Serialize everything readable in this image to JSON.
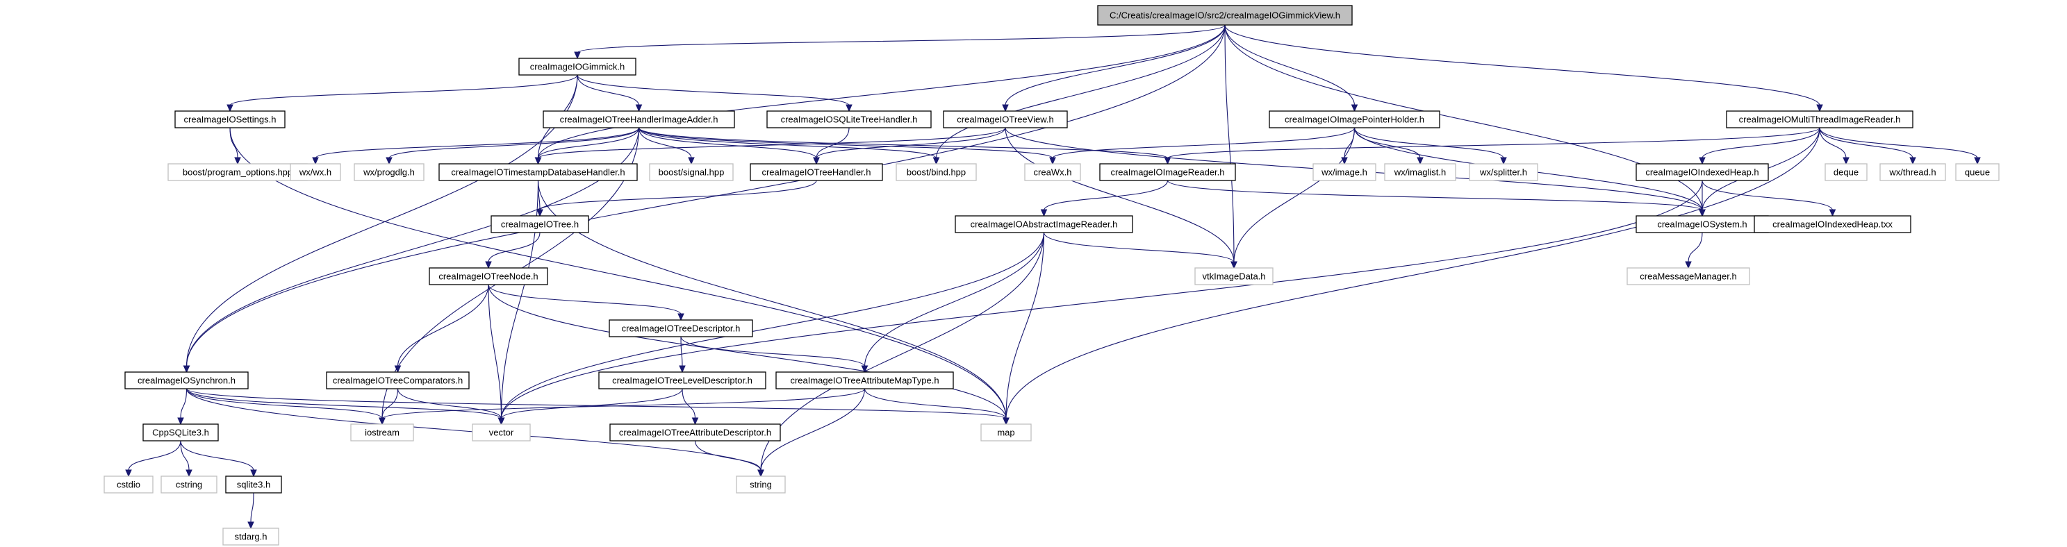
{
  "nodes": [
    {
      "id": "root",
      "label": "C:/Creatis/creaImageIO/src2/creaImageIOGimmickView.h",
      "kind": "root"
    },
    {
      "id": "gimmick",
      "label": "creaImageIOGimmick.h",
      "kind": "doc"
    },
    {
      "id": "settings",
      "label": "creaImageIOSettings.h",
      "kind": "doc"
    },
    {
      "id": "thia",
      "label": "creaImageIOTreeHandlerImageAdder.h",
      "kind": "doc"
    },
    {
      "id": "sqlite_th",
      "label": "creaImageIOSQLiteTreeHandler.h",
      "kind": "doc"
    },
    {
      "id": "treeview",
      "label": "creaImageIOTreeView.h",
      "kind": "doc"
    },
    {
      "id": "iph",
      "label": "creaImageIOImagePointerHolder.h",
      "kind": "doc"
    },
    {
      "id": "mtir",
      "label": "creaImageIOMultiThreadImageReader.h",
      "kind": "doc"
    },
    {
      "id": "bpo",
      "label": "boost/program_options.hpp",
      "kind": "ext"
    },
    {
      "id": "wxwx",
      "label": "wx/wx.h",
      "kind": "ext"
    },
    {
      "id": "wxprog",
      "label": "wx/progdlg.h",
      "kind": "ext"
    },
    {
      "id": "tsdb",
      "label": "creaImageIOTimestampDatabaseHandler.h",
      "kind": "doc"
    },
    {
      "id": "bsig",
      "label": "boost/signal.hpp",
      "kind": "ext"
    },
    {
      "id": "treehandler",
      "label": "creaImageIOTreeHandler.h",
      "kind": "doc"
    },
    {
      "id": "bbind",
      "label": "boost/bind.hpp",
      "kind": "ext"
    },
    {
      "id": "creawx",
      "label": "creaWx.h",
      "kind": "ext"
    },
    {
      "id": "imgreader",
      "label": "creaImageIOImageReader.h",
      "kind": "doc"
    },
    {
      "id": "wximage",
      "label": "wx/image.h",
      "kind": "ext"
    },
    {
      "id": "wximglist",
      "label": "wx/imaglist.h",
      "kind": "ext"
    },
    {
      "id": "wxsplit",
      "label": "wx/splitter.h",
      "kind": "ext"
    },
    {
      "id": "idxheap",
      "label": "creaImageIOIndexedHeap.h",
      "kind": "doc"
    },
    {
      "id": "deque",
      "label": "deque",
      "kind": "ext"
    },
    {
      "id": "wxthread",
      "label": "wx/thread.h",
      "kind": "ext"
    },
    {
      "id": "queue",
      "label": "queue",
      "kind": "ext"
    },
    {
      "id": "tree",
      "label": "creaImageIOTree.h",
      "kind": "doc"
    },
    {
      "id": "absreader",
      "label": "creaImageIOAbstractImageReader.h",
      "kind": "doc"
    },
    {
      "id": "system",
      "label": "creaImageIOSystem.h",
      "kind": "doc"
    },
    {
      "id": "idxheaptxx",
      "label": "creaImageIOIndexedHeap.txx",
      "kind": "doc"
    },
    {
      "id": "treenode",
      "label": "creaImageIOTreeNode.h",
      "kind": "doc"
    },
    {
      "id": "vtkimg",
      "label": "vtkImageData.h",
      "kind": "ext"
    },
    {
      "id": "msgmgr",
      "label": "creaMessageManager.h",
      "kind": "ext"
    },
    {
      "id": "treedesc",
      "label": "creaImageIOTreeDescriptor.h",
      "kind": "doc"
    },
    {
      "id": "synchron",
      "label": "creaImageIOSynchron.h",
      "kind": "doc"
    },
    {
      "id": "treecomp",
      "label": "creaImageIOTreeComparators.h",
      "kind": "doc"
    },
    {
      "id": "leveldesc",
      "label": "creaImageIOTreeLevelDescriptor.h",
      "kind": "doc"
    },
    {
      "id": "attrmap",
      "label": "creaImageIOTreeAttributeMapType.h",
      "kind": "doc"
    },
    {
      "id": "cppsqlite",
      "label": "CppSQLite3.h",
      "kind": "doc"
    },
    {
      "id": "iostream",
      "label": "iostream",
      "kind": "ext"
    },
    {
      "id": "vector",
      "label": "vector",
      "kind": "ext"
    },
    {
      "id": "map",
      "label": "map",
      "kind": "ext"
    },
    {
      "id": "attrdesc",
      "label": "creaImageIOTreeAttributeDescriptor.h",
      "kind": "doc"
    },
    {
      "id": "cstdio",
      "label": "cstdio",
      "kind": "ext"
    },
    {
      "id": "cstring",
      "label": "cstring",
      "kind": "ext"
    },
    {
      "id": "sqlite3",
      "label": "sqlite3.h",
      "kind": "doc"
    },
    {
      "id": "string",
      "label": "string",
      "kind": "ext"
    },
    {
      "id": "stdarg",
      "label": "stdarg.h",
      "kind": "ext"
    }
  ],
  "edges": [
    [
      "root",
      "gimmick"
    ],
    [
      "root",
      "treeview"
    ],
    [
      "root",
      "iph"
    ],
    [
      "root",
      "mtir"
    ],
    [
      "root",
      "synchron"
    ],
    [
      "root",
      "tsdb"
    ],
    [
      "root",
      "bbind"
    ],
    [
      "root",
      "system"
    ],
    [
      "root",
      "vtkimg"
    ],
    [
      "gimmick",
      "settings"
    ],
    [
      "gimmick",
      "thia"
    ],
    [
      "gimmick",
      "sqlite_th"
    ],
    [
      "gimmick",
      "synchron"
    ],
    [
      "gimmick",
      "tsdb"
    ],
    [
      "settings",
      "bpo"
    ],
    [
      "settings",
      "map"
    ],
    [
      "thia",
      "wxwx"
    ],
    [
      "thia",
      "wxprog"
    ],
    [
      "thia",
      "tsdb"
    ],
    [
      "thia",
      "bsig"
    ],
    [
      "thia",
      "treehandler"
    ],
    [
      "thia",
      "bbind"
    ],
    [
      "thia",
      "creawx"
    ],
    [
      "thia",
      "imgreader"
    ],
    [
      "thia",
      "synchron"
    ],
    [
      "thia",
      "iostream"
    ],
    [
      "sqlite_th",
      "treehandler"
    ],
    [
      "treeview",
      "treehandler"
    ],
    [
      "treeview",
      "tsdb"
    ],
    [
      "treeview",
      "system"
    ],
    [
      "treeview",
      "vtkimg"
    ],
    [
      "iph",
      "creawx"
    ],
    [
      "iph",
      "wximage"
    ],
    [
      "iph",
      "wximglist"
    ],
    [
      "iph",
      "wxsplit"
    ],
    [
      "iph",
      "system"
    ],
    [
      "iph",
      "vtkimg"
    ],
    [
      "mtir",
      "imgreader"
    ],
    [
      "mtir",
      "idxheap"
    ],
    [
      "mtir",
      "system"
    ],
    [
      "mtir",
      "deque"
    ],
    [
      "mtir",
      "wxthread"
    ],
    [
      "mtir",
      "queue"
    ],
    [
      "mtir",
      "map"
    ],
    [
      "tsdb",
      "tree"
    ],
    [
      "tsdb",
      "vector"
    ],
    [
      "tsdb",
      "map"
    ],
    [
      "treehandler",
      "tree"
    ],
    [
      "imgreader",
      "absreader"
    ],
    [
      "imgreader",
      "system"
    ],
    [
      "idxheap",
      "vector"
    ],
    [
      "idxheap",
      "system"
    ],
    [
      "idxheap",
      "idxheaptxx"
    ],
    [
      "tree",
      "treenode"
    ],
    [
      "absreader",
      "vtkimg"
    ],
    [
      "absreader",
      "vector"
    ],
    [
      "absreader",
      "map"
    ],
    [
      "absreader",
      "attrmap"
    ],
    [
      "absreader",
      "string"
    ],
    [
      "system",
      "msgmgr"
    ],
    [
      "treenode",
      "treedesc"
    ],
    [
      "treenode",
      "treecomp"
    ],
    [
      "treenode",
      "vector"
    ],
    [
      "treenode",
      "map"
    ],
    [
      "treedesc",
      "leveldesc"
    ],
    [
      "treedesc",
      "attrmap"
    ],
    [
      "synchron",
      "cppsqlite"
    ],
    [
      "synchron",
      "iostream"
    ],
    [
      "synchron",
      "vector"
    ],
    [
      "synchron",
      "map"
    ],
    [
      "synchron",
      "string"
    ],
    [
      "treecomp",
      "iostream"
    ],
    [
      "treecomp",
      "vector"
    ],
    [
      "leveldesc",
      "attrdesc"
    ],
    [
      "leveldesc",
      "vector"
    ],
    [
      "attrmap",
      "map"
    ],
    [
      "attrmap",
      "string"
    ],
    [
      "attrmap",
      "iostream"
    ],
    [
      "attrdesc",
      "string"
    ],
    [
      "cppsqlite",
      "cstdio"
    ],
    [
      "cppsqlite",
      "cstring"
    ],
    [
      "cppsqlite",
      "sqlite3"
    ],
    [
      "sqlite3",
      "stdarg"
    ]
  ]
}
